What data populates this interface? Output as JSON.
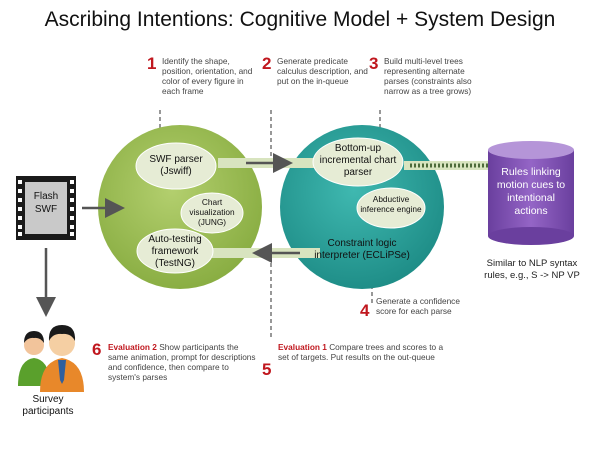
{
  "title": "Ascribing Intentions: Cognitive Model + System Design",
  "steps": {
    "s1": {
      "num": "1",
      "text": "Identify the shape, position, orientation, and color of every figure in each frame"
    },
    "s2": {
      "num": "2",
      "text": "Generate predicate calculus description, and put on the in-queue"
    },
    "s3": {
      "num": "3",
      "text": "Build multi-level trees representing alternate parses (constraints also narrow as a tree grows)"
    },
    "s4": {
      "num": "4",
      "text": "Generate a confidence score for each parse"
    },
    "s5": {
      "num": "5",
      "label": "Evaluation 1",
      "text": "Compare trees and scores to a set of targets. Put results on the out-queue"
    },
    "s6": {
      "num": "6",
      "label": "Evaluation 2",
      "text": "Show participants the same animation, prompt for descriptions and confidence, then compare to system's parses"
    }
  },
  "flash": {
    "line1": "Flash",
    "line2": "SWF"
  },
  "left_circle": {
    "swf_parser": "SWF parser (Jswiff)",
    "chart_viz": "Chart visualization (JUNG)",
    "auto_testing": "Auto-testing framework (TestNG)"
  },
  "right_circle": {
    "chart_parser": "Bottom-up incremental chart parser",
    "abductive": "Abductive inference engine",
    "constraint": "Constraint logic interpreter (ECLiPSe)"
  },
  "rules_db": "Rules linking motion cues to intentional actions",
  "nlp_note": "Similar to NLP syntax rules, e.g., S -> NP VP",
  "survey": "Survey participants",
  "colors": {
    "left_circle": "#9bbb4f",
    "right_circle": "#2fa49e",
    "inner_ellipse": "#e6ecd5",
    "db": "#7c4fb0",
    "step_red": "#c0171e"
  }
}
